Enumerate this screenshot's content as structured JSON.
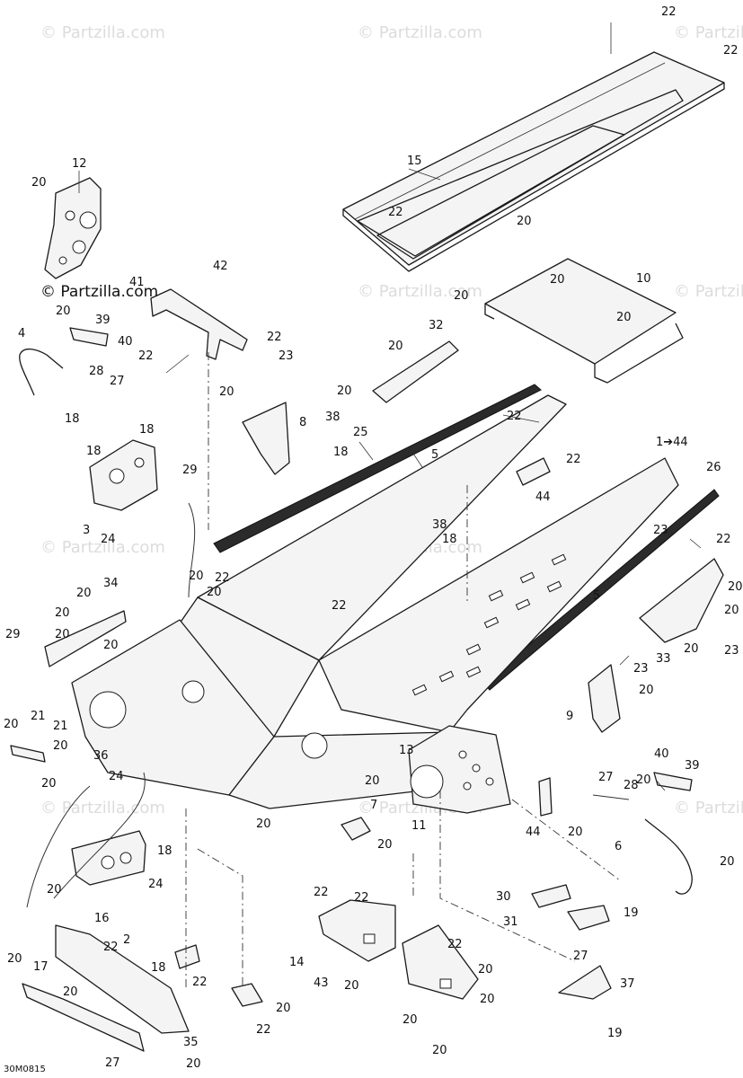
{
  "watermarks": [
    "© Partzilla.com",
    "© Partzilla.com",
    "© Partzilla.com",
    "© Partzilla.com",
    "© Partzilla.com",
    "© Partzilla.com",
    "© Partzilla.com",
    "© Partzilla.com",
    "© Partzilla.com",
    "© Partzilla.com"
  ],
  "brand_logo": "© Partzilla.com",
  "figure_id": "30M0815",
  "callouts": [
    "22",
    "22",
    "15",
    "22",
    "12",
    "20",
    "20",
    "10",
    "20",
    "20",
    "20",
    "20",
    "42",
    "41",
    "4",
    "39",
    "40",
    "22",
    "22",
    "23",
    "28",
    "27",
    "18",
    "32",
    "20",
    "20",
    "20",
    "8",
    "38",
    "22",
    "25",
    "5",
    "18",
    "18",
    "18",
    "29",
    "22",
    "1➔44",
    "26",
    "3",
    "24",
    "44",
    "38",
    "18",
    "23",
    "22",
    "34",
    "20",
    "22",
    "20",
    "20",
    "5",
    "20",
    "29",
    "20",
    "22",
    "20",
    "23",
    "23",
    "20",
    "33",
    "20",
    "9",
    "20",
    "20",
    "21",
    "20",
    "21",
    "20",
    "36",
    "20",
    "24",
    "13",
    "40",
    "39",
    "7",
    "27",
    "28",
    "20",
    "20",
    "20",
    "20",
    "44",
    "20",
    "11",
    "18",
    "6",
    "20",
    "20",
    "24",
    "16",
    "22",
    "22",
    "30",
    "31",
    "19",
    "2",
    "22",
    "22",
    "27",
    "14",
    "22",
    "18",
    "20",
    "17",
    "20",
    "43",
    "37",
    "20",
    "20",
    "20",
    "20",
    "35",
    "22",
    "20",
    "19",
    "27",
    "20",
    "20"
  ]
}
